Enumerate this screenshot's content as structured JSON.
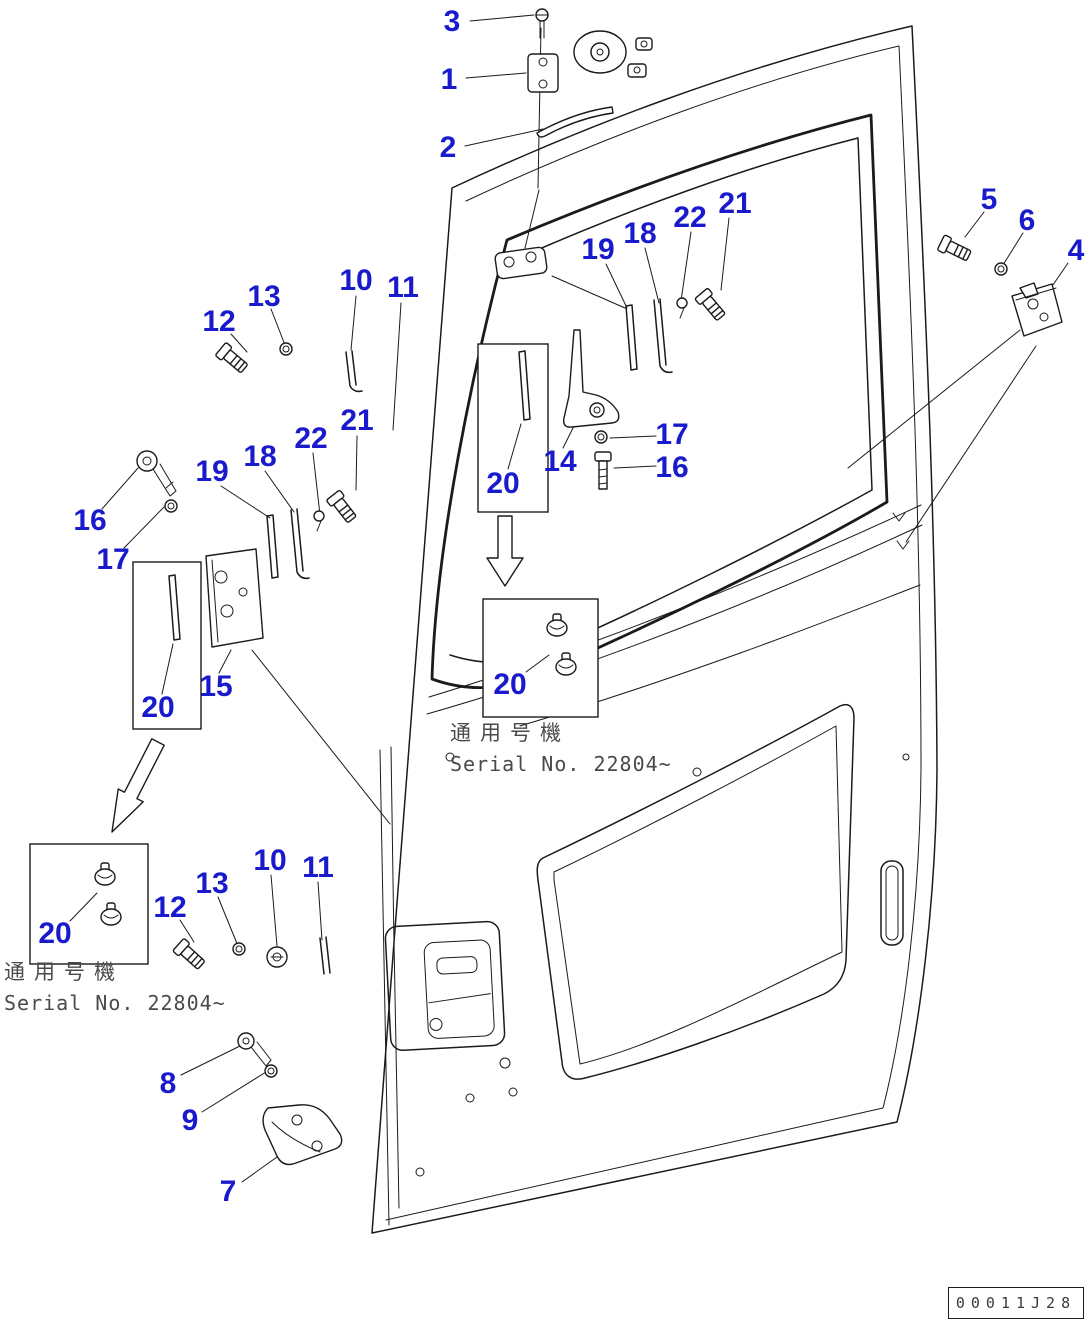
{
  "colors": {
    "callout": "#1a1acd"
  },
  "drawing_number": "00011J28",
  "serial_notes": {
    "center": {
      "line1": "通用号機",
      "line2": "Serial No. 22804~"
    },
    "left": {
      "line1": "通用号機",
      "line2": "Serial No. 22804~"
    }
  },
  "callouts": [
    {
      "text": "3"
    },
    {
      "text": "1"
    },
    {
      "text": "2"
    },
    {
      "text": "5"
    },
    {
      "text": "6"
    },
    {
      "text": "4"
    },
    {
      "text": "12"
    },
    {
      "text": "13"
    },
    {
      "text": "10"
    },
    {
      "text": "11"
    },
    {
      "text": "19"
    },
    {
      "text": "18"
    },
    {
      "text": "22"
    },
    {
      "text": "21"
    },
    {
      "text": "20"
    },
    {
      "text": "14"
    },
    {
      "text": "17"
    },
    {
      "text": "16"
    },
    {
      "text": "16"
    },
    {
      "text": "17"
    },
    {
      "text": "19"
    },
    {
      "text": "18"
    },
    {
      "text": "22"
    },
    {
      "text": "21"
    },
    {
      "text": "20"
    },
    {
      "text": "15"
    },
    {
      "text": "20"
    },
    {
      "text": "20"
    },
    {
      "text": "12"
    },
    {
      "text": "13"
    },
    {
      "text": "10"
    },
    {
      "text": "11"
    },
    {
      "text": "8"
    },
    {
      "text": "9"
    },
    {
      "text": "7"
    }
  ]
}
